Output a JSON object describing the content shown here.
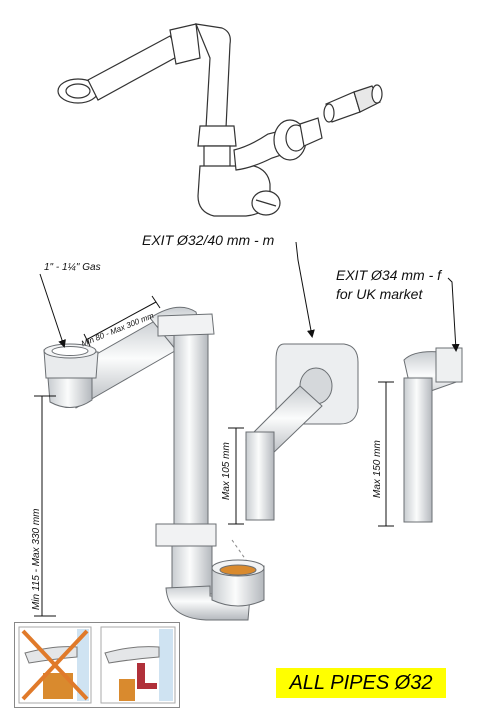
{
  "labels": {
    "exit_m": "EXIT Ø32/40 mm - m",
    "exit_f_line1": "EXIT Ø34 mm - f",
    "exit_f_line2": "for UK market",
    "gas": "1\" - 1¼\" Gas",
    "min80_max300": "Min 80 - Max 300 mm",
    "min115_max330": "Min 115 - Max 330 mm",
    "max105": "Max 105 mm",
    "max150": "Max 150 mm",
    "all_pipes": "ALL PIPES Ø32"
  },
  "colors": {
    "pipe_fill": "#e6e8ea",
    "pipe_shade": "#b9bdc1",
    "outline": "#4a4a4a",
    "highlight_box": "#ffff00",
    "cross": "#e07a2a",
    "water": "#d98a2e"
  },
  "icons": {
    "inset_wrong": "crossed-out-siphon-icon",
    "inset_right": "correct-siphon-icon"
  }
}
